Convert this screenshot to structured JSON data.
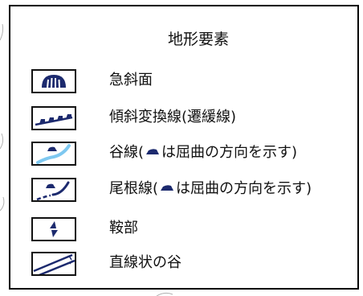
{
  "legend": {
    "title": "地形要素",
    "items": [
      {
        "id": "steep-slope",
        "label": "急斜面",
        "icon": "steep-slope-icon"
      },
      {
        "id": "slope-break",
        "label": "傾斜変換線(遷緩線)",
        "icon": "slope-break-line-icon"
      },
      {
        "id": "valley-line",
        "label": "谷線(",
        "note": "は屈曲の方向を示す)",
        "icon": "valley-line-icon"
      },
      {
        "id": "ridge-line",
        "label": "尾根線(",
        "note": "は屈曲の方向を示す)",
        "icon": "ridge-line-icon"
      },
      {
        "id": "saddle",
        "label": "鞍部",
        "icon": "saddle-icon"
      },
      {
        "id": "linear-valley",
        "label": "直線状の谷",
        "icon": "linear-valley-icon"
      }
    ]
  },
  "colors": {
    "symbol": "#1c2a6e",
    "valley": "#7ec8f0",
    "border": "#000000",
    "background_lines": "#b0b0b0"
  }
}
